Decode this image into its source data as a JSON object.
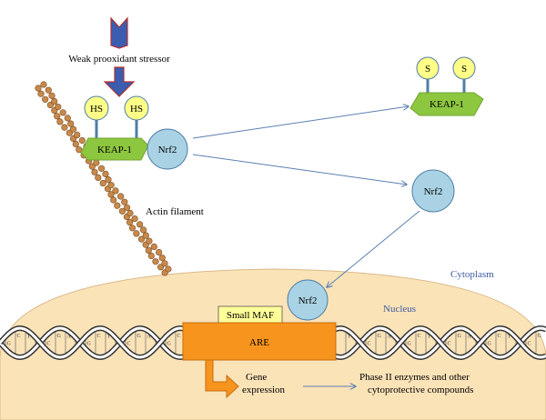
{
  "labels": {
    "stressor": "Weak prooxidant stressor",
    "actin": "Actin filament",
    "cytoplasm": "Cytoplasm",
    "nucleus": "Nucleus",
    "gene_line1": "Gene",
    "gene_line2": "expression",
    "phase_line1": "Phase II enzymes and other",
    "phase_line2": "cytoprotective compounds"
  },
  "molecules": {
    "hs_left": "HS",
    "hs_right": "HS",
    "keap1_bound": "KEAP-1",
    "nrf2_bound": "Nrf2",
    "s_left": "S",
    "s_right": "S",
    "keap1_free": "KEAP-1",
    "nrf2_free": "Nrf2",
    "nrf2_nuclear": "Nrf2",
    "small_maf": "Small MAF",
    "are": "ARE"
  },
  "dna_bases": [
    "G",
    "C",
    "T",
    "A",
    "C",
    "G",
    "A",
    "T",
    "G",
    "C",
    "T",
    "A",
    "C",
    "G",
    "A",
    "T"
  ],
  "colors": {
    "nucleus_fill": "#fbe3b8",
    "cytoplasm_text": "#3c5aa0",
    "nrf2_fill": "#a9d3e4",
    "keap1_fill": "#8dc63f",
    "hs_fill": "#ffff88",
    "are_fill": "#f7941d",
    "maf_fill": "#ffff99",
    "actin_fill": "#c8894a",
    "arrow_blue": "#5b7fb0"
  }
}
